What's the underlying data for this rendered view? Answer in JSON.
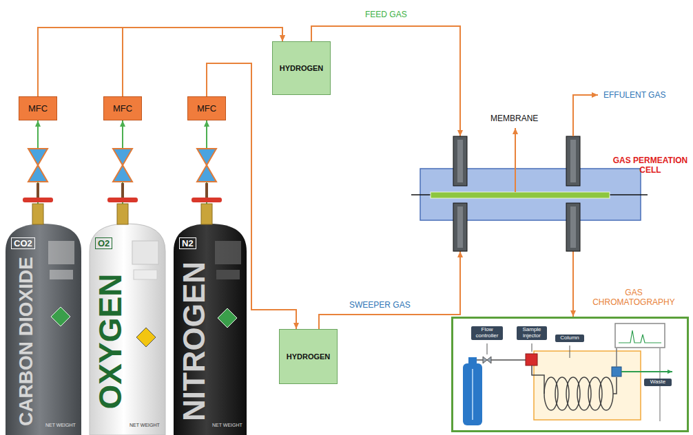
{
  "diagram": {
    "nodes": [
      {
        "text": [
          "MFC"
        ]
      },
      {
        "text": [
          "MFC"
        ]
      },
      {
        "text": [
          "MFC"
        ]
      },
      {
        "text": [
          "HYDROGEN"
        ]
      },
      {
        "text": [
          "GAS PERMEATION CELL"
        ]
      },
      {
        "text": [
          "HYDROGEN"
        ]
      },
      {
        "text": [
          "GAS CHROMATOGRAPHY"
        ]
      },
      {
        "text": [
          "CO2",
          "CARBON DIOXIDE"
        ]
      },
      {
        "text": [
          "O2",
          "OXYGEN"
        ]
      },
      {
        "text": [
          "N2",
          "NITROGEN"
        ]
      }
    ],
    "edges": [
      {
        "from": 7,
        "to": 0,
        "arrow": "to"
      },
      {
        "from": 8,
        "to": 1,
        "arrow": "to"
      },
      {
        "from": 9,
        "to": 2,
        "arrow": "to"
      },
      {
        "from": 0,
        "to": 3,
        "arrow": "to"
      },
      {
        "from": 1,
        "to": 3,
        "arrow": "to"
      },
      {
        "from": 2,
        "to": 5,
        "arrow": "to"
      },
      {
        "from": 3,
        "to": 4,
        "label": "FEED GAS",
        "arrow": "to"
      },
      {
        "from": 5,
        "to": 4,
        "label": "SWEEPER GAS",
        "arrow": "to"
      },
      {
        "from": 4,
        "to": 6,
        "arrow": "to"
      }
    ],
    "labels": [
      "MEMBRANE",
      "EFFULENT GAS",
      "NET WEIGHT",
      "NET WEIGHT",
      "NET WEIGHT",
      "Flow controller",
      "Sample injector",
      "Column",
      "Waste"
    ]
  }
}
